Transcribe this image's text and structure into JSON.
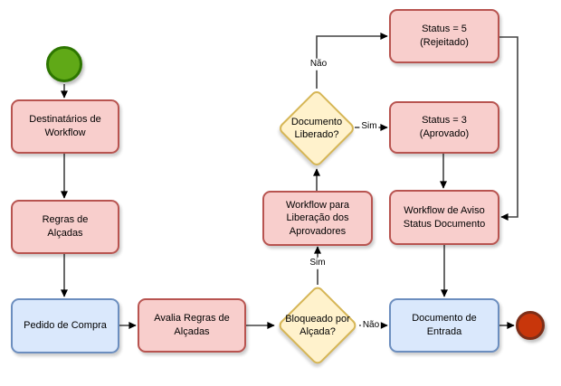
{
  "diagram": {
    "kind": "flowchart",
    "language": "pt-BR",
    "colors": {
      "task_fill": "#f8cecc",
      "task_stroke": "#b85450",
      "data_fill": "#dae8fc",
      "data_stroke": "#6c8ebf",
      "decision_fill": "#fff2cc",
      "decision_stroke": "#d6b656",
      "start_event_fill": "#60a917",
      "start_event_stroke": "#2d7600",
      "end_event_fill": "#c8360b",
      "end_event_stroke": "#7d2e18",
      "connector": "#424242",
      "arrowhead": "#000000",
      "text": "#000000"
    },
    "nodes": {
      "start_event": {
        "shape": "circle",
        "label": ""
      },
      "destinatarios": {
        "shape": "rounded-rect",
        "label": "Destinatários de\nWorkflow"
      },
      "regras": {
        "shape": "rounded-rect",
        "label": "Regras de\nAlçadas"
      },
      "pedido": {
        "shape": "rounded-rect",
        "label": "Pedido de Compra"
      },
      "avalia": {
        "shape": "rounded-rect",
        "label": "Avalia Regras de\nAlçadas"
      },
      "bloqueado": {
        "shape": "diamond",
        "label": "Bloqueado por\nAlçada?"
      },
      "workflow_liberacao": {
        "shape": "rounded-rect",
        "label": "Workflow para\nLiberação dos\nAprovadores"
      },
      "documento_liberado": {
        "shape": "diamond",
        "label": "Documento\nLiberado?"
      },
      "status_5": {
        "shape": "rounded-rect",
        "label": "Status = 5\n(Rejeitado)"
      },
      "status_3": {
        "shape": "rounded-rect",
        "label": "Status = 3\n(Aprovado)"
      },
      "workflow_aviso": {
        "shape": "rounded-rect",
        "label": "Workflow de Aviso\nStatus Documento"
      },
      "documento_entrada": {
        "shape": "rounded-rect",
        "label": "Documento de\nEntrada"
      },
      "end_event": {
        "shape": "circle",
        "label": ""
      }
    },
    "edges": [
      {
        "from": "start_event",
        "to": "destinatarios",
        "label": ""
      },
      {
        "from": "destinatarios",
        "to": "regras",
        "label": ""
      },
      {
        "from": "regras",
        "to": "pedido",
        "label": ""
      },
      {
        "from": "pedido",
        "to": "avalia",
        "label": ""
      },
      {
        "from": "avalia",
        "to": "bloqueado",
        "label": ""
      },
      {
        "from": "bloqueado",
        "to": "documento_entrada",
        "label": "Não"
      },
      {
        "from": "bloqueado",
        "to": "workflow_liberacao",
        "label": "Sim"
      },
      {
        "from": "workflow_liberacao",
        "to": "documento_liberado",
        "label": ""
      },
      {
        "from": "documento_liberado",
        "to": "status_5",
        "label": "Não"
      },
      {
        "from": "documento_liberado",
        "to": "status_3",
        "label": "Sim"
      },
      {
        "from": "status_5",
        "to": "workflow_aviso",
        "label": ""
      },
      {
        "from": "status_3",
        "to": "workflow_aviso",
        "label": ""
      },
      {
        "from": "workflow_aviso",
        "to": "documento_entrada",
        "label": ""
      },
      {
        "from": "documento_entrada",
        "to": "end_event",
        "label": ""
      }
    ]
  }
}
